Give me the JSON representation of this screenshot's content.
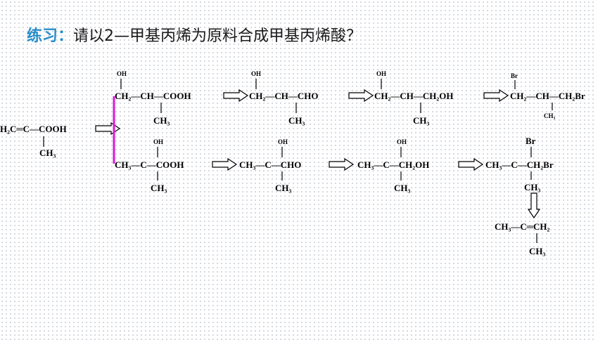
{
  "title": {
    "lead": "练习：",
    "question": "请以2—甲基丙烯为原料合成甲基丙烯酸？"
  },
  "colors": {
    "title_accent": "#2a8ec9",
    "branch_line": "#d81bd8",
    "text": "#000000"
  },
  "molecules": {
    "start": {
      "main": "H₂C═C—COOH",
      "below": "CH₃"
    },
    "top1": {
      "above": "OH",
      "main": "CH₂—CH—COOH",
      "below": "CH₃"
    },
    "top2": {
      "above": "OH",
      "main": "CH₂—CH—CHO",
      "below": "CH₃"
    },
    "top3": {
      "above": "OH",
      "main": "CH₂—CH—CH₂OH",
      "below": "CH₃"
    },
    "top4": {
      "above": "Br",
      "main": "CH₂—CH—CH₂Br",
      "below": "CH₃"
    },
    "bot1": {
      "above": "OH",
      "main": "CH₃—C—COOH",
      "below": "CH₃"
    },
    "bot2": {
      "above": "OH",
      "main": "CH₃—C—CHO",
      "below": "CH₃"
    },
    "bot3": {
      "above": "OH",
      "main": "CH₃—C—CH₂OH",
      "below": "CH₃"
    },
    "bot4": {
      "above": "Br",
      "main": "CH₃—C—CH₂Br",
      "below": "CH₃"
    },
    "final": {
      "main": "CH₃—C═CH₂",
      "below": "CH₃"
    }
  }
}
